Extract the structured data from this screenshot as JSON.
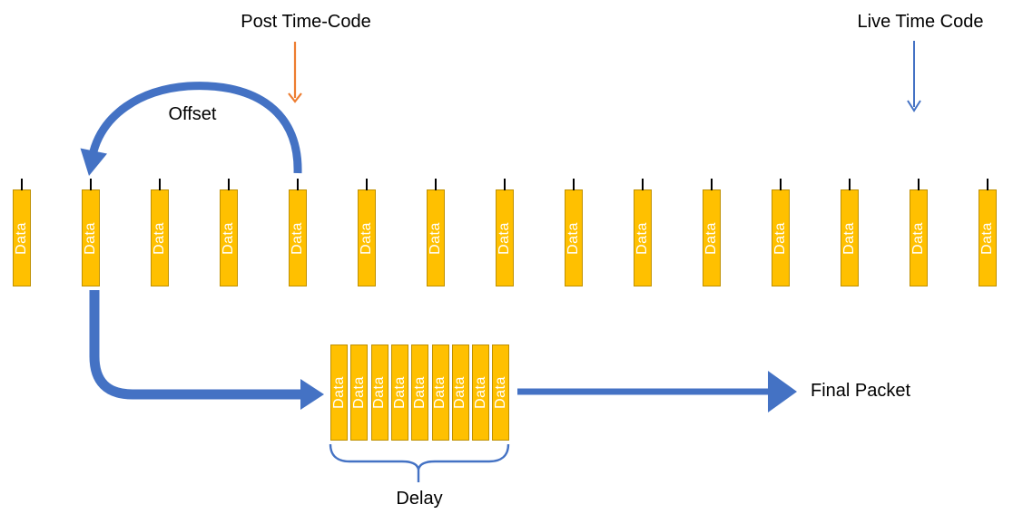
{
  "diagram": {
    "post_time_code_label": "Post Time-Code",
    "live_time_code_label": "Live Time Code",
    "offset_label": "Offset",
    "delay_label": "Delay",
    "final_packet_label": "Final Packet"
  },
  "timeline": {
    "bars": [
      {
        "label": "Data"
      },
      {
        "label": "Data"
      },
      {
        "label": "Data"
      },
      {
        "label": "Data"
      },
      {
        "label": "Data"
      },
      {
        "label": "Data"
      },
      {
        "label": "Data"
      },
      {
        "label": "Data"
      },
      {
        "label": "Data"
      },
      {
        "label": "Data"
      },
      {
        "label": "Data"
      },
      {
        "label": "Data"
      },
      {
        "label": "Data"
      },
      {
        "label": "Data"
      },
      {
        "label": "Data"
      }
    ]
  },
  "delay_buffer": {
    "bars": [
      {
        "label": "Data"
      },
      {
        "label": "Data"
      },
      {
        "label": "Data"
      },
      {
        "label": "Data"
      },
      {
        "label": "Data"
      },
      {
        "label": "Data"
      },
      {
        "label": "Data"
      },
      {
        "label": "Data"
      },
      {
        "label": "Data"
      }
    ]
  },
  "colors": {
    "bar_fill": "#FFC000",
    "bar_border": "#BF9000",
    "bar_label_text": "#FFFFFF",
    "arrow_blue": "#4472C4",
    "arrow_orange": "#ED7D31",
    "tick_black": "#000000",
    "label_text": "#000000"
  }
}
